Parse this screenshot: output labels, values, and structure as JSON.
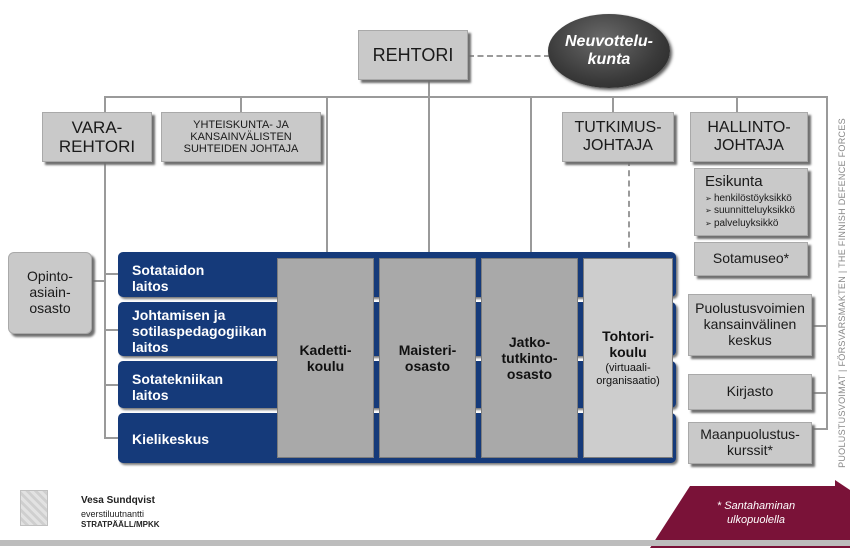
{
  "nodes": {
    "rehtori": "REHTORI",
    "neuvottelukunta": "Neuvottelu-\nkunta",
    "vararehtori": "VARA-\nREHTORI",
    "yhteiskunta": "YHTEISKUNTA- JA\nKANSAINVÄLISTEN\nSUHTEIDEN JOHTAJA",
    "tutkimusjohtaja": "TUTKIMUS-\nJOHTAJA",
    "hallintojohtaja": "HALLINTO-\nJOHTAJA",
    "esikunta": {
      "title": "Esikunta",
      "items": [
        "henkilöstöyksikkö",
        "suunnitteluyksikkö",
        "palveluyksikkö"
      ]
    },
    "sotamuseo": "Sotamuseo*",
    "opintoasiainosasto": "Opinto-\nasiain-\nosasto",
    "puolustusvoimien": "Puolustusvoimien\nkansainvälinen\nkeskus",
    "kirjasto": "Kirjasto",
    "maanpuolustuskurssit": "Maanpuolustus-\nkurssit*"
  },
  "departments": [
    "Sotataidon\nlaitos",
    "Johtamisen ja\nsotilaspedagogiikan\nlaitos",
    "Sotatekniikan\nlaitos",
    "Kielikeskus"
  ],
  "schools": {
    "kadettikoulu": "Kadetti-\nkoulu",
    "maisteriosasto": "Maisteri-\nosasto",
    "jatkotutkinto": "Jatko-\ntutkinto-\nosasto",
    "tohtorikoulu": "Tohtori-\nkoulu",
    "tohtorikoulu_note": "(virtuaali-\norganisaatio)"
  },
  "side_text": "PUOLUSTUSVOIMAT  |  FÖRSVARSMAKTEN  |  THE FINNISH DEFENCE FORCES",
  "footer": {
    "name": "Vesa Sundqvist",
    "rank": "everstiluutnantti",
    "unit": "STRATPÄÄLL/MPKK",
    "note": "* Santahaminan\nulkopuolella"
  },
  "colors": {
    "box": "#c9c9c9",
    "band": "#153a7a",
    "school": "#a9a9a9",
    "oval": "#3a3a3a",
    "footer_accent": "#7a1238"
  }
}
